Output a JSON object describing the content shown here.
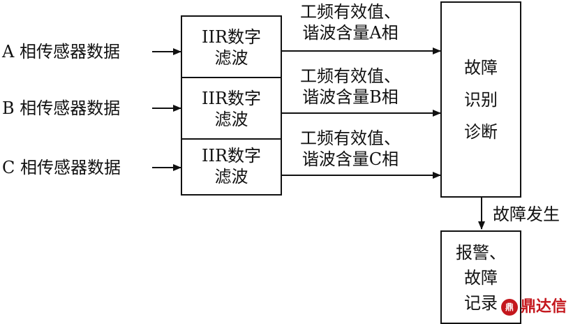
{
  "inputs": [
    {
      "label": "A 相传感器数据"
    },
    {
      "label": "B 相传感器数据"
    },
    {
      "label": "C 相传感器数据"
    }
  ],
  "filters": [
    {
      "line1": "IIR数字",
      "line2": "滤波"
    },
    {
      "line1": "IIR数字",
      "line2": "滤波"
    },
    {
      "line1": "IIR数字",
      "line2": "滤波"
    }
  ],
  "outputs": [
    {
      "line1": "工频有效值、",
      "line2": "谐波含量A相"
    },
    {
      "line1": "工频有效值、",
      "line2": "谐波含量B相"
    },
    {
      "line1": "工频有效值、",
      "line2": "谐波含量C相"
    }
  ],
  "diagnosis": {
    "line1": "故障",
    "line2": "识别",
    "line3": "诊断"
  },
  "event": {
    "label": "故障发生"
  },
  "record": {
    "line1": "报警、",
    "line2": "故障",
    "line3": "记录"
  },
  "watermark": {
    "mark": "鼎",
    "text": "鼎达信"
  }
}
